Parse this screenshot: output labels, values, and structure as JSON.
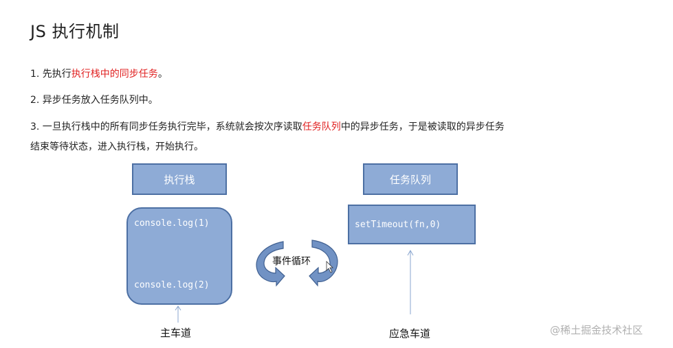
{
  "title": "JS 执行机制",
  "items": {
    "p1_prefix": "1. 先执行",
    "p1_red": "执行栈中的同步任务",
    "p1_suffix": "。",
    "p2": "2. 异步任务放入任务队列中。",
    "p3_prefix": "3. 一旦执行栈中的所有同步任务执行完毕，系统就会按次序读取",
    "p3_red": "任务队列",
    "p3_suffix": "中的异步任务，于是被读取的异步任务",
    "p3_line2": "结束等待状态，进入执行栈，开始执行。"
  },
  "diagram": {
    "stack_label": "执行栈",
    "queue_label": "任务队列",
    "stack_code_1": "console.log(1)",
    "stack_code_2": "console.log(2)",
    "queue_code": "setTimeout(fn,0)",
    "event_loop": "事件循环",
    "main_lane": "主车道",
    "emergency_lane": "应急车道"
  },
  "watermark": "@稀土掘金技术社区",
  "colors": {
    "box_fill": "#8eabd6",
    "box_border": "#4c6fa3",
    "highlight_red": "#e02020",
    "loop_arrow": "#7192c4"
  }
}
